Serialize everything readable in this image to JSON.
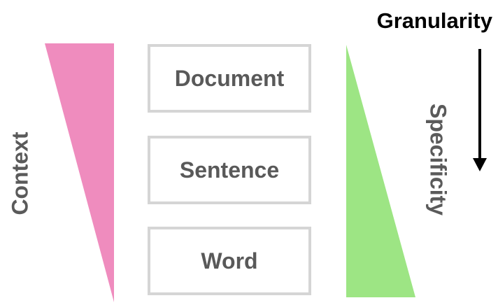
{
  "diagram": {
    "context_label": "Context",
    "specificity_label": "Specificity",
    "granularity_label": "Granularity",
    "levels": [
      {
        "label": "Document"
      },
      {
        "label": "Sentence"
      },
      {
        "label": "Word"
      }
    ],
    "colors": {
      "context_wedge": "#ef8cbe",
      "specificity_wedge": "#9de584",
      "box_border": "#d5d5d5",
      "box_text": "#595959",
      "arrow": "#000000"
    }
  }
}
